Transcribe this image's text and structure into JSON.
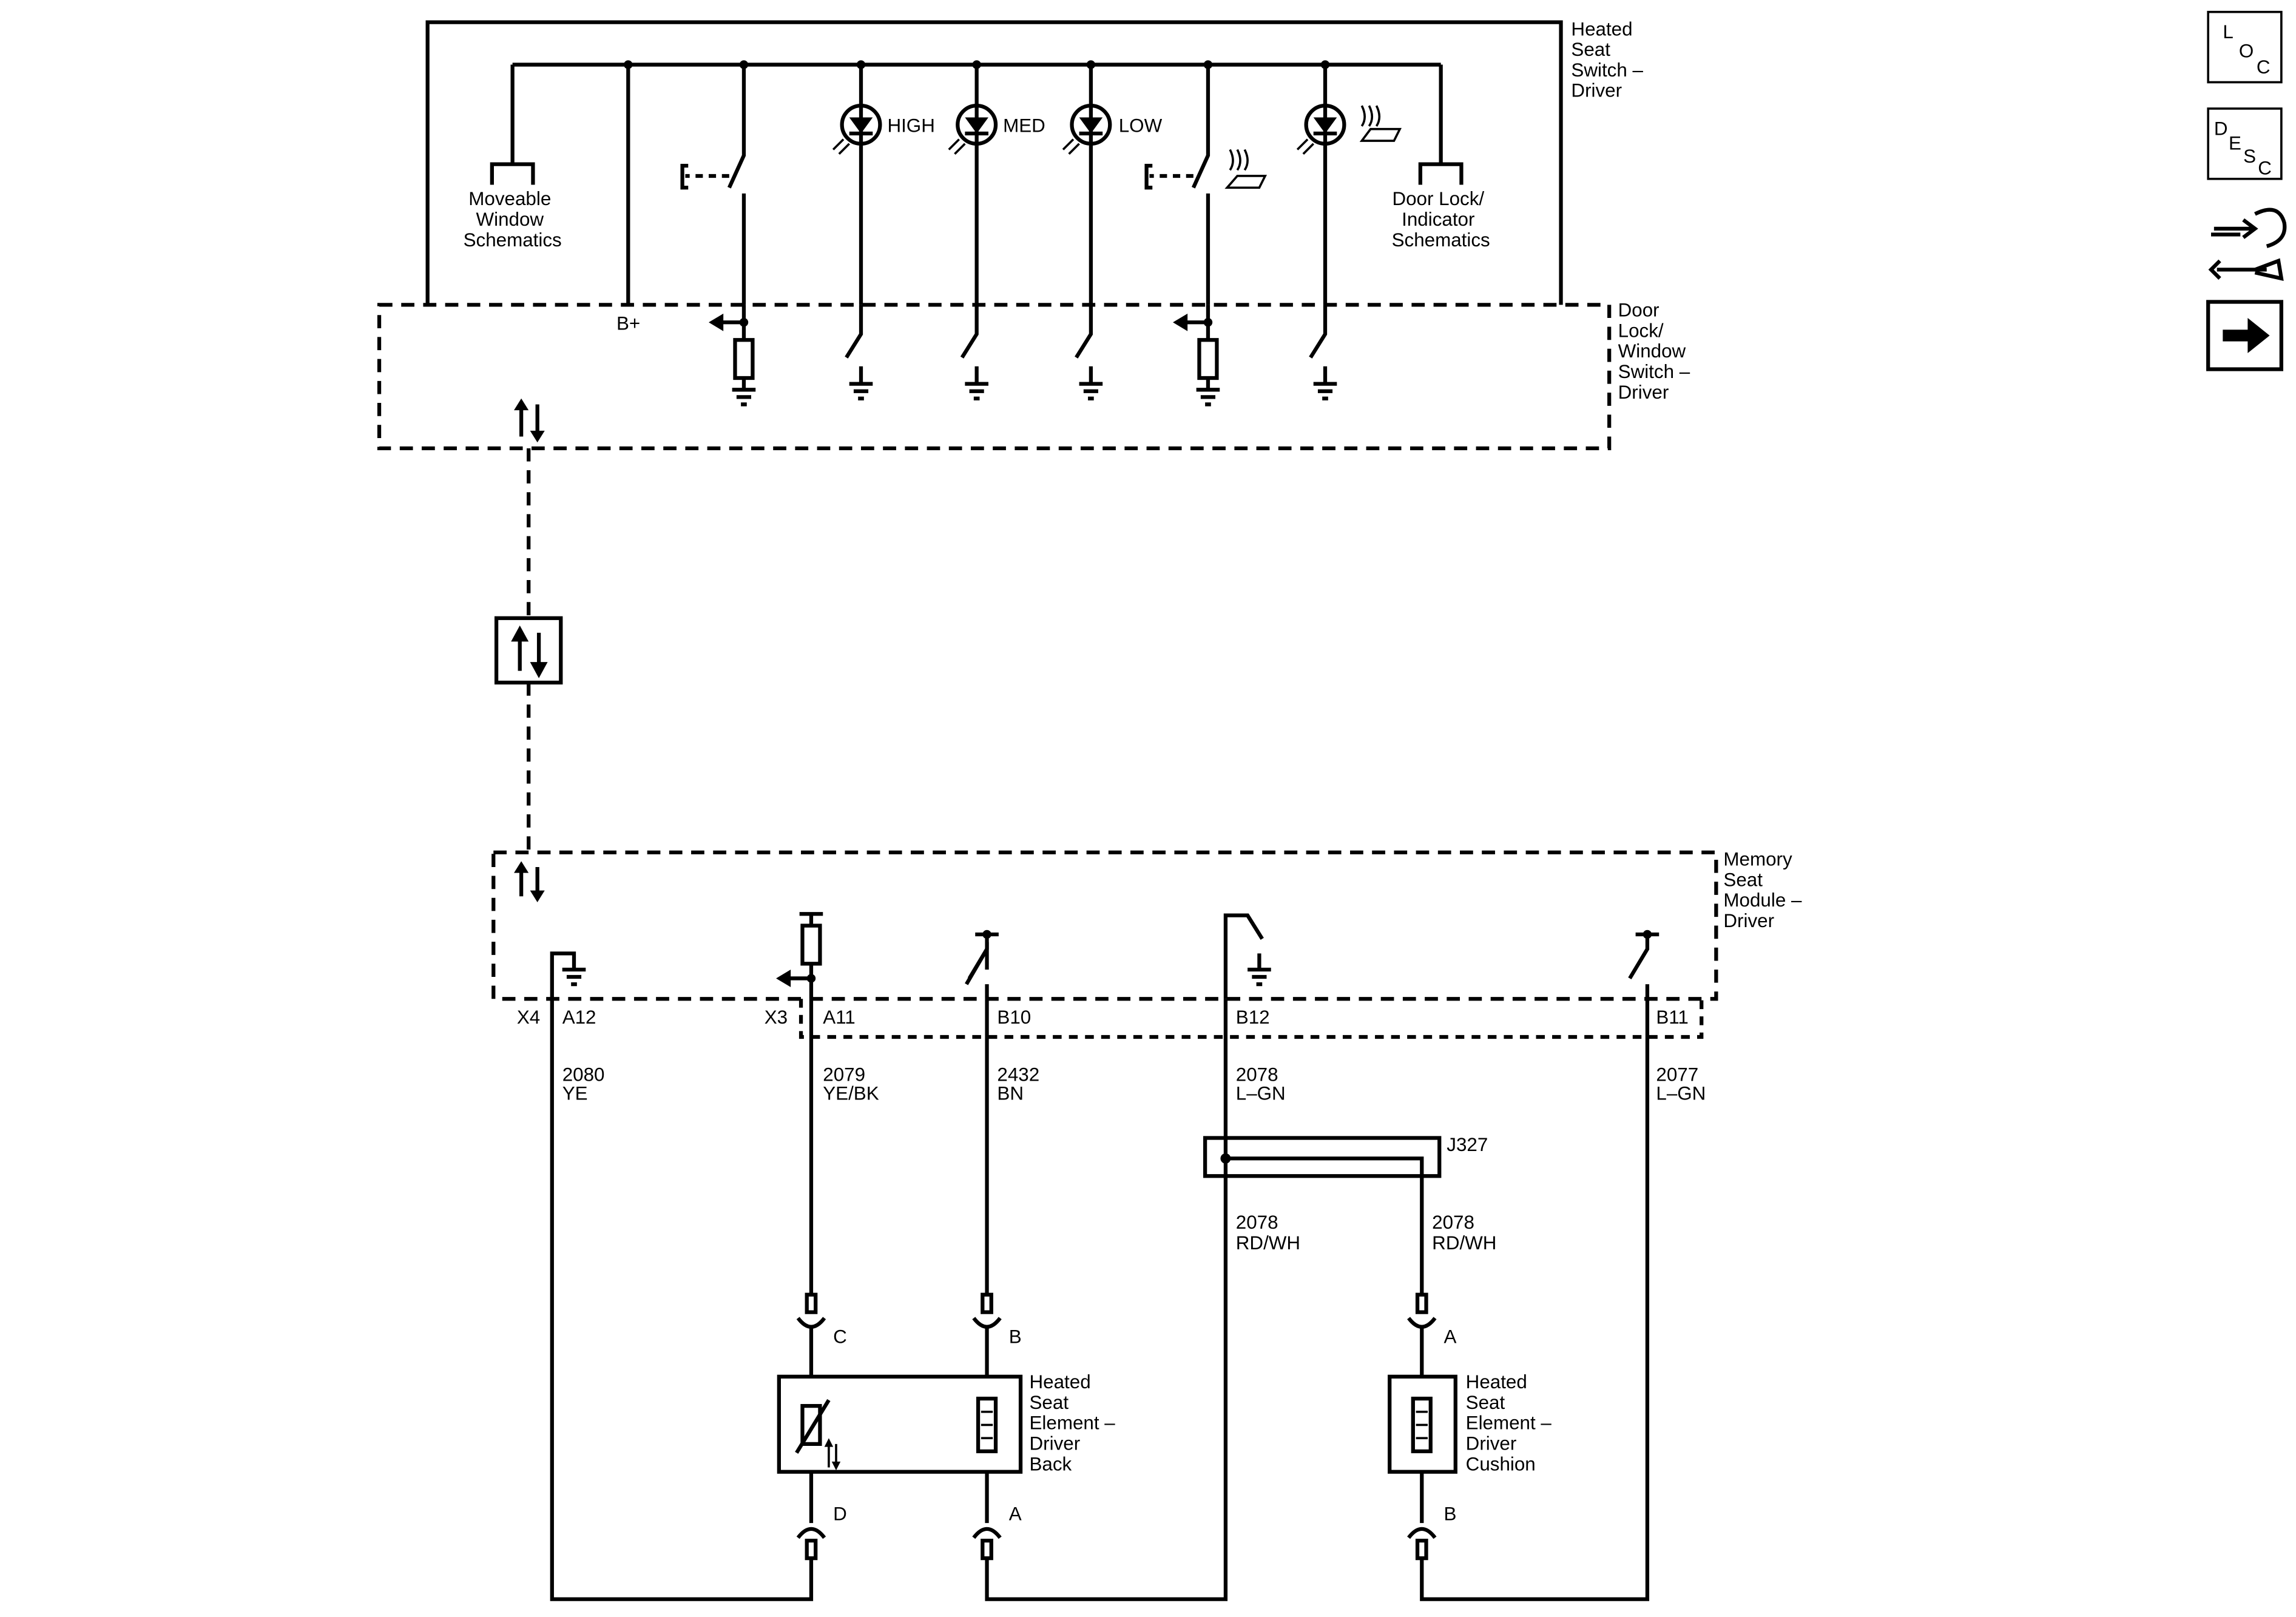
{
  "nav": {
    "loc": {
      "a": "L",
      "b": "O",
      "c": "C"
    },
    "desc": {
      "a": "D",
      "b": "E",
      "c": "S",
      "d": "C"
    }
  },
  "heated_switch": {
    "title": [
      "Heated",
      "Seat",
      "Switch –",
      "Driver"
    ],
    "moveable_window": [
      "Moveable",
      "Window",
      "Schematics"
    ],
    "door_lock_indicator": [
      "Door Lock/",
      "Indicator",
      "Schematics"
    ],
    "indicators": {
      "high": "HIGH",
      "med": "MED",
      "low": "LOW"
    }
  },
  "door_lock_switch": {
    "title": [
      "Door",
      "Lock/",
      "Window",
      "Switch –",
      "Driver"
    ],
    "bplus": "B+"
  },
  "memory_module": {
    "title": [
      "Memory",
      "Seat",
      "Module –",
      "Driver"
    ],
    "x4": "X4",
    "x3": "X3",
    "pins": {
      "a12": "A12",
      "a11": "A11",
      "b10": "B10",
      "b12": "B12",
      "b11": "B11"
    }
  },
  "wires": {
    "w2080": {
      "num": "2080",
      "color": "YE"
    },
    "w2079": {
      "num": "2079",
      "color": "YE/BK"
    },
    "w2432": {
      "num": "2432",
      "color": "BN"
    },
    "w2078_top": {
      "num": "2078",
      "color": "L–GN"
    },
    "w2077": {
      "num": "2077",
      "color": "L–GN"
    },
    "w2078_a": {
      "num": "2078",
      "color": "RD/WH"
    },
    "w2078_b": {
      "num": "2078",
      "color": "RD/WH"
    }
  },
  "splice": "J327",
  "connectors": {
    "c": "C",
    "b": "B",
    "d": "D",
    "a": "A",
    "a2": "A",
    "b2": "B"
  },
  "back_element": [
    "Heated",
    "Seat",
    "Element –",
    "Driver",
    "Back"
  ],
  "cushion_element": [
    "Heated",
    "Seat",
    "Element –",
    "Driver",
    "Cushion"
  ]
}
